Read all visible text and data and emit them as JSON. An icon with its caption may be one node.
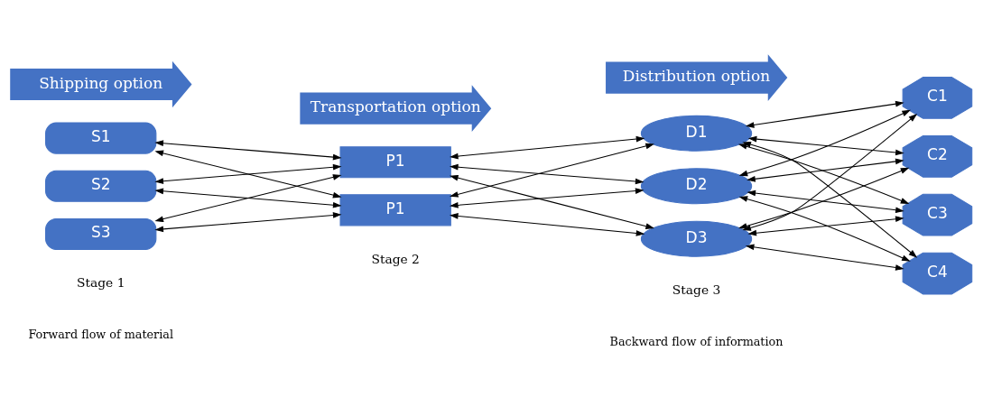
{
  "diagram": {
    "nodes": [
      {
        "text": [
          "Shipping option"
        ]
      },
      {
        "text": [
          "Transportation option"
        ]
      },
      {
        "text": [
          "Distribution option"
        ]
      },
      {
        "text": [
          "S1"
        ]
      },
      {
        "text": [
          "S2"
        ]
      },
      {
        "text": [
          "S3"
        ]
      },
      {
        "text": [
          "P1"
        ]
      },
      {
        "text": [
          "P1"
        ]
      },
      {
        "text": [
          "D1"
        ]
      },
      {
        "text": [
          "D2"
        ]
      },
      {
        "text": [
          "D3"
        ]
      },
      {
        "text": [
          "C1"
        ]
      },
      {
        "text": [
          "C2"
        ]
      },
      {
        "text": [
          "C3"
        ]
      },
      {
        "text": [
          "C4"
        ]
      }
    ],
    "edges": [
      {
        "from": 3,
        "to": 6,
        "arrow": "both"
      },
      {
        "from": 3,
        "to": 7,
        "arrow": "both"
      },
      {
        "from": 4,
        "to": 6,
        "arrow": "both"
      },
      {
        "from": 4,
        "to": 7,
        "arrow": "both"
      },
      {
        "from": 5,
        "to": 6,
        "arrow": "both"
      },
      {
        "from": 5,
        "to": 7,
        "arrow": "both"
      },
      {
        "from": 6,
        "to": 8,
        "arrow": "both"
      },
      {
        "from": 6,
        "to": 9,
        "arrow": "both"
      },
      {
        "from": 6,
        "to": 10,
        "arrow": "both"
      },
      {
        "from": 7,
        "to": 8,
        "arrow": "both"
      },
      {
        "from": 7,
        "to": 9,
        "arrow": "both"
      },
      {
        "from": 7,
        "to": 10,
        "arrow": "both"
      },
      {
        "from": 8,
        "to": 11,
        "arrow": "both"
      },
      {
        "from": 8,
        "to": 12,
        "arrow": "both"
      },
      {
        "from": 8,
        "to": 13,
        "arrow": "both"
      },
      {
        "from": 8,
        "to": 14,
        "arrow": "both"
      },
      {
        "from": 9,
        "to": 11,
        "arrow": "both"
      },
      {
        "from": 9,
        "to": 12,
        "arrow": "both"
      },
      {
        "from": 9,
        "to": 13,
        "arrow": "both"
      },
      {
        "from": 9,
        "to": 14,
        "arrow": "both"
      },
      {
        "from": 10,
        "to": 11,
        "arrow": "both"
      },
      {
        "from": 10,
        "to": 12,
        "arrow": "both"
      },
      {
        "from": 10,
        "to": 13,
        "arrow": "both"
      },
      {
        "from": 10,
        "to": 14,
        "arrow": "both"
      }
    ],
    "labels": [
      "Stage 1",
      "Stage 2",
      "Stage 3"
    ],
    "legend": [
      {
        "text": "Forward flow of material"
      },
      {
        "text": "Backward flow of information"
      }
    ]
  }
}
